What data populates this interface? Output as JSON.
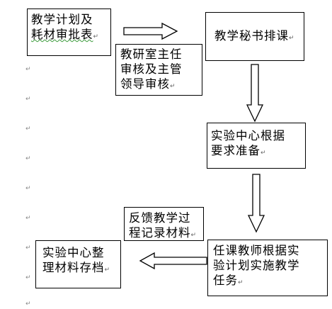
{
  "flowchart": {
    "step1_line1": "教学计划及",
    "step1_line2": "耗材审批表",
    "step2_text": "教学秘书排课",
    "step1_2_note_line1": "教研室主任",
    "step1_2_note_line2": "审核及主管",
    "step1_2_note_line3": "领导审核",
    "step3_line1": "实验中心根据",
    "step3_line2": "要求准备",
    "step4_line1": "任课教师根据实",
    "step4_line2": "验计划实施教学",
    "step4_line3": "任务",
    "step4_5_note_line1": "反馈教学过",
    "step4_5_note_line2": "程记录材料",
    "step5_line1": "实验中心整",
    "step5_line2": "理材料存档"
  },
  "marks": {
    "paragraph_mark": "↵"
  }
}
